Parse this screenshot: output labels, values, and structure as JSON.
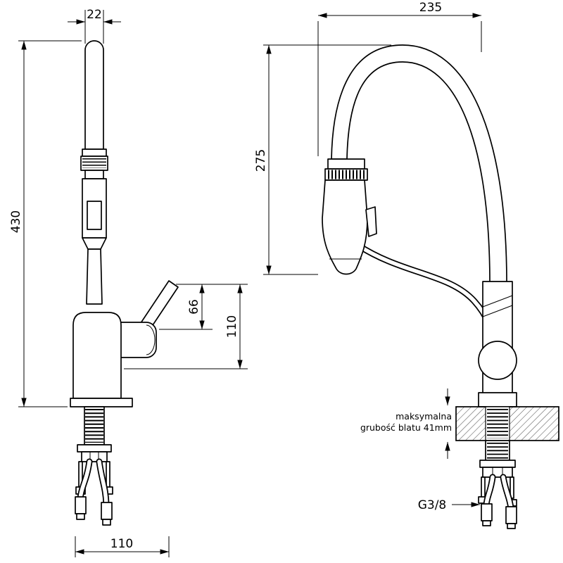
{
  "colors": {
    "ink": "#000000",
    "background": "#ffffff",
    "hatch": "#555555"
  },
  "left_view": {
    "dims": {
      "spout_width": "22",
      "total_height": "430",
      "handle_rise": "66",
      "handle_height": "110",
      "base_depth": "110"
    }
  },
  "right_view": {
    "dims": {
      "reach": "235",
      "spout_height": "275"
    },
    "countertop_note_line1": "maksymalna",
    "countertop_note_line2": "grubość blatu 41mm",
    "thread_label": "G3/8"
  }
}
